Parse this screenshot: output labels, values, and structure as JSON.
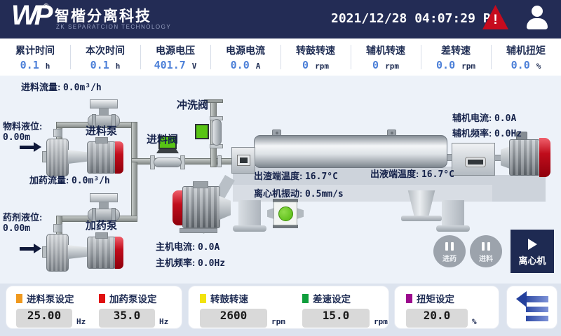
{
  "header": {
    "logo_text": "WP",
    "logo_reg": "®",
    "brand_name": "智楷分离科技",
    "brand_sub": "ZK SEPARATCION TECHNOLOGY",
    "datetime": "2021/12/28 04:07:29 PM",
    "alarm_glyph": "!"
  },
  "stats": [
    {
      "label": "累计时间",
      "value": "0.1",
      "unit": "h"
    },
    {
      "label": "本次时间",
      "value": "0.1",
      "unit": "h"
    },
    {
      "label": "电源电压",
      "value": "401.7",
      "unit": "V"
    },
    {
      "label": "电源电流",
      "value": "0.0",
      "unit": "A"
    },
    {
      "label": "转鼓转速",
      "value": "0",
      "unit": "rpm"
    },
    {
      "label": "辅机转速",
      "value": "0",
      "unit": "rpm"
    },
    {
      "label": "差转速",
      "value": "0.0",
      "unit": "rpm"
    },
    {
      "label": "辅机扭矩",
      "value": "0.0",
      "unit": "%"
    }
  ],
  "diagram": {
    "feed_flow": {
      "label": "进料流量:",
      "value": "0.0m³/h"
    },
    "material_level": {
      "label": "物料液位:",
      "value": "0.00m"
    },
    "feed_pump_label": "进料泵",
    "dosing_flow": {
      "label": "加药流量:",
      "value": "0.0m³/h"
    },
    "chemical_level": {
      "label": "药剂液位:",
      "value": "0.00m"
    },
    "dosing_pump_label": "加药泵",
    "flush_valve_label": "冲洗阀",
    "feed_valve_label": "进料阀",
    "aux_current": {
      "label": "辅机电流:",
      "value": "0.0A"
    },
    "aux_freq": {
      "label": "辅机频率:",
      "value": "0.0Hz"
    },
    "solid_temp": {
      "label": "出渣端温度:",
      "value": "16.7°C"
    },
    "liquid_temp": {
      "label": "出液端温度:",
      "value": "16.7°C"
    },
    "vibration": {
      "label": "离心机振动:",
      "value": "0.5mm/s"
    },
    "main_current": {
      "label": "主机电流:",
      "value": "0.0A"
    },
    "main_freq": {
      "label": "主机频率:",
      "value": "0.0Hz"
    },
    "buttons": {
      "dosing": "进药",
      "feed": "进料",
      "centrifuge": "离心机"
    }
  },
  "settings": [
    {
      "label": "进料泵设定",
      "value": "25.00",
      "unit": "Hz",
      "marker": "#f0991e"
    },
    {
      "label": "加药泵设定",
      "value": "35.0",
      "unit": "Hz",
      "marker": "#e01010"
    },
    {
      "label": "转鼓转速",
      "value": "2600",
      "unit": "rpm",
      "marker": "#f2e30e"
    },
    {
      "label": "差速设定",
      "value": "15.0",
      "unit": "rpm",
      "marker": "#0f9e3c"
    },
    {
      "label": "扭矩设定",
      "value": "20.0",
      "unit": "%",
      "marker": "#9c0a8e"
    }
  ]
}
